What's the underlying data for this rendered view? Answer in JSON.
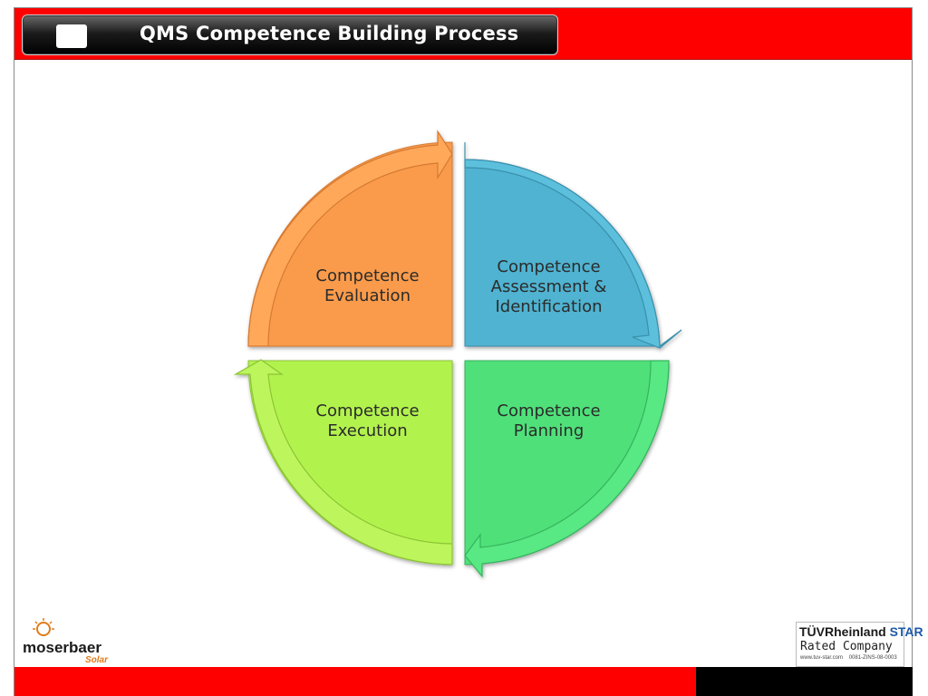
{
  "header": {
    "title": "QMS Competence Building Process"
  },
  "cycle": {
    "segments": [
      {
        "id": "top-right",
        "label": "Competence\nAssessment &\nIdentification",
        "color": "#4fb3d1"
      },
      {
        "id": "bottom-right",
        "label": "Competence\nPlanning",
        "color": "#4fe07a"
      },
      {
        "id": "bottom-left",
        "label": "Competence\nExecution",
        "color": "#b2f24e"
      },
      {
        "id": "top-left",
        "label": "Competence\nEvaluation",
        "color": "#fa9b4b"
      }
    ]
  },
  "logos": {
    "left": {
      "name": "moserbaer",
      "sub": "Solar"
    },
    "right": {
      "brand_a": "TÜV",
      "brand_b": "Rheinland",
      "brand_c": "STAR",
      "rated": "Rated  Company",
      "url": "www.tuv-star.com",
      "code": "0081-ZINS-08-0003"
    }
  },
  "colors": {
    "header_bg": "#ff0000",
    "footer_red": "#ff0000",
    "footer_black": "#000000"
  }
}
